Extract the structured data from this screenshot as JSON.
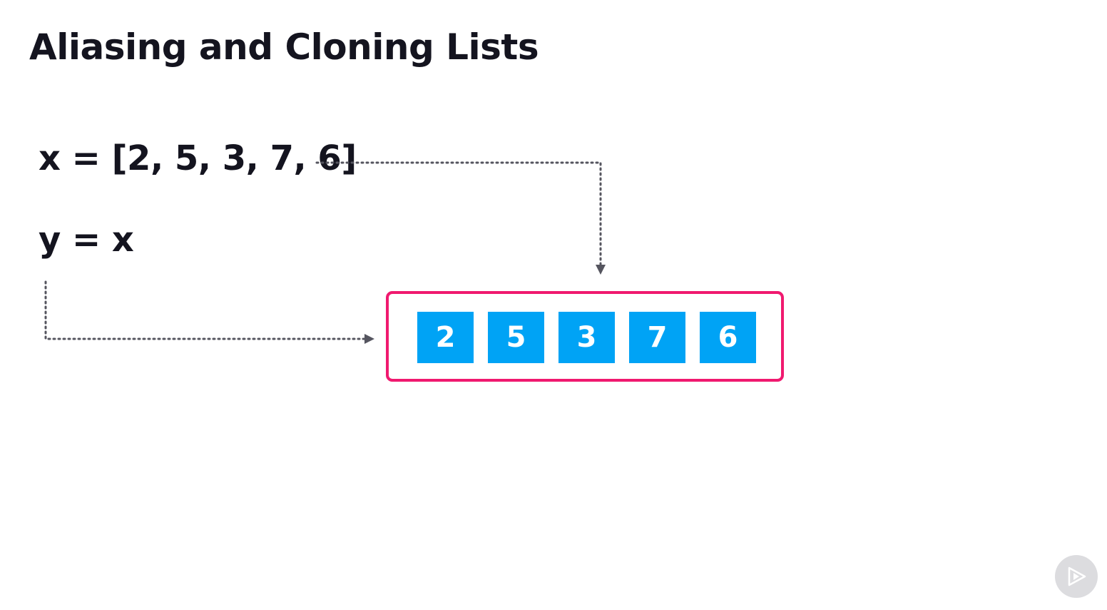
{
  "slide": {
    "title": "Aliasing and Cloning Lists"
  },
  "code": {
    "line_x": "x = [2, 5, 3, 7, 6]",
    "line_y": "y = x"
  },
  "list": {
    "values": [
      "2",
      "5",
      "3",
      "7",
      "6"
    ]
  },
  "colors": {
    "cell_fill": "#00a3f5",
    "container_border": "#f0196f",
    "arrow": "#55555f",
    "text": "#14141f"
  },
  "branding": {
    "logo_icon": "play-logo-icon"
  }
}
